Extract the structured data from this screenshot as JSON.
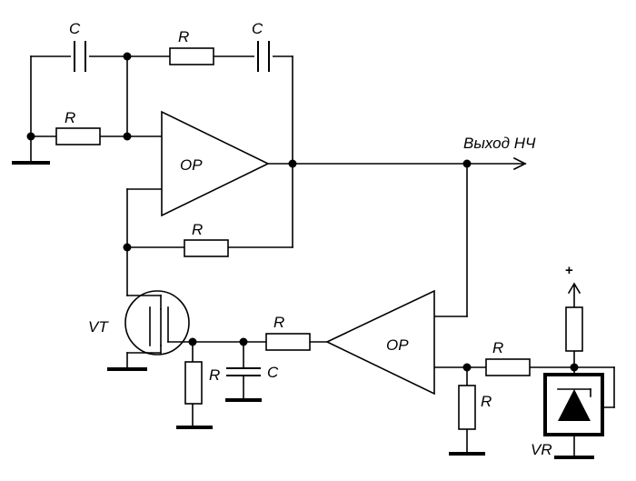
{
  "labels": {
    "capacitor": "C",
    "resistor": "R",
    "opamp": "OP",
    "output": "Выход НЧ",
    "transistor": "VT",
    "regulator": "VR",
    "plus": "+"
  }
}
